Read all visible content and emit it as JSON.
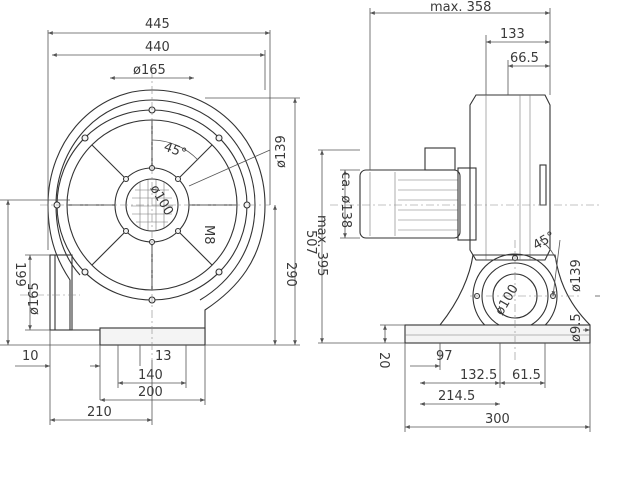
{
  "front_view": {
    "dims": {
      "overall_width": "445",
      "housing_width": "440",
      "inlet_diameter": "ø165",
      "spoke_angle": "45°",
      "flange_diameter": "ø139",
      "bore_diameter": "ø100",
      "thread": "M8",
      "height_total": "507",
      "height_axis": "290",
      "outlet_height": "199",
      "outlet_diameter": "ø165",
      "outlet_offset": "10",
      "hole_offset": "13",
      "base_inner": "140",
      "base_outer": "200",
      "outlet_to_center": "210"
    }
  },
  "side_view": {
    "dims": {
      "max_length": "max. 358",
      "depth_133": "133",
      "depth_66_5": "66.5",
      "motor_diameter": "ca. ø138",
      "max_height": "max. 395",
      "spoke_angle": "45°",
      "flange_diameter": "ø139",
      "bore_diameter": "ø100",
      "hole_diameter": "ø9.5",
      "base_thickness": "20",
      "dim_97": "97",
      "dim_132_5": "132.5",
      "dim_61_5": "61.5",
      "dim_214_5": "214.5",
      "dim_300": "300"
    }
  }
}
